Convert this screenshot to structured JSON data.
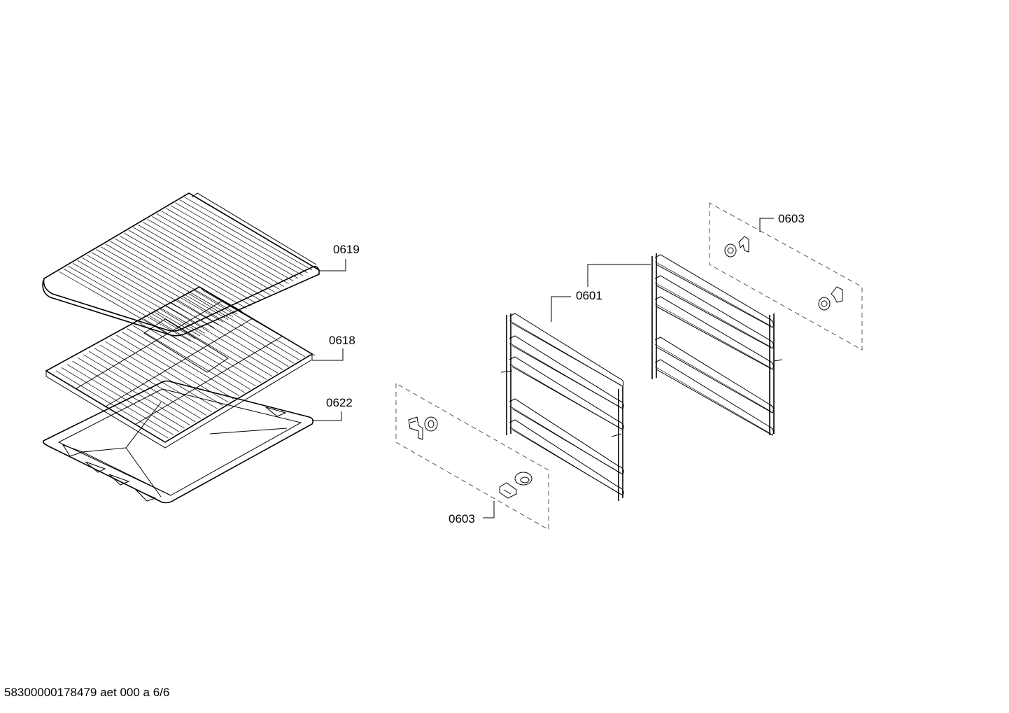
{
  "callouts": {
    "part_0619": "0619",
    "part_0618": "0618",
    "part_0622": "0622",
    "part_0601": "0601",
    "part_0603_top": "0603",
    "part_0603_bottom": "0603"
  },
  "footer": {
    "document_id": "58300000178479 aet 000 a 6/6"
  }
}
